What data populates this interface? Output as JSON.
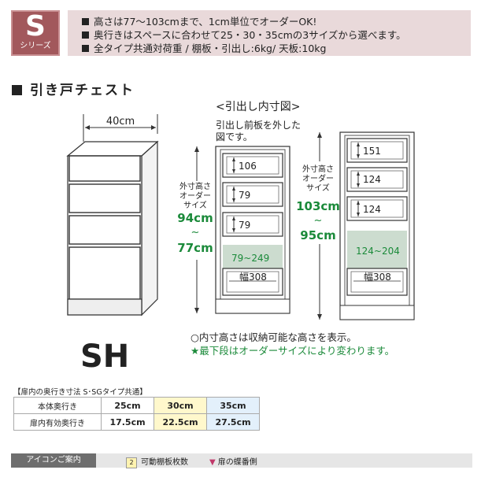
{
  "header": {
    "series_letter": "S",
    "series_label": "シリーズ",
    "specs": [
      "高さは77〜103cmまで、1cm単位でオーダーOK!",
      "奥行きはスペースに合わせて25・30・35cmの3サイズから選べます。",
      "全タイプ共通対荷重 / 棚板・引出し:6kg/ 天板:10kg"
    ]
  },
  "section_title": "引き戸チェスト",
  "drawing": {
    "width_label": "40cm",
    "model_name": "SH"
  },
  "interior": {
    "title": "<引出し内寸図>",
    "note": "引出し前板を外した図です。",
    "left": {
      "height_caption": "外寸高さオーダーサイズ",
      "height_max": "94cm",
      "tilde": "~",
      "height_min": "77cm",
      "drawers": [
        "106",
        "79",
        "79"
      ],
      "bottom": "79~249",
      "width": "幅308"
    },
    "right": {
      "height_caption": "外寸高さオーダーサイズ",
      "height_max": "103cm",
      "tilde": "~",
      "height_min": "95cm",
      "drawers": [
        "151",
        "124",
        "124"
      ],
      "bottom": "124~204",
      "width": "幅308"
    }
  },
  "footnotes": [
    "○内寸高さは収納可能な高さを表示。",
    "★最下段はオーダーサイズにより変わります。"
  ],
  "depth_table": {
    "caption": "【扉内の奥行き寸法 S･SGタイプ共通】",
    "rows": [
      {
        "label": "本体奥行き",
        "values": [
          "25cm",
          "30cm",
          "35cm"
        ]
      },
      {
        "label": "扉内有効奥行き",
        "values": [
          "17.5cm",
          "22.5cm",
          "27.5cm"
        ]
      }
    ]
  },
  "icon_guide": {
    "label": "アイコンご案内",
    "item1_num": "2",
    "item1": "可動棚板枚数",
    "item2_symbol": "▼",
    "item2": "扉の蝶番側"
  },
  "colors": {
    "badge": "#a2585c",
    "spec_bg": "#e9d9da",
    "green": "#1b8a3a",
    "highlight": "#ccdccf"
  }
}
